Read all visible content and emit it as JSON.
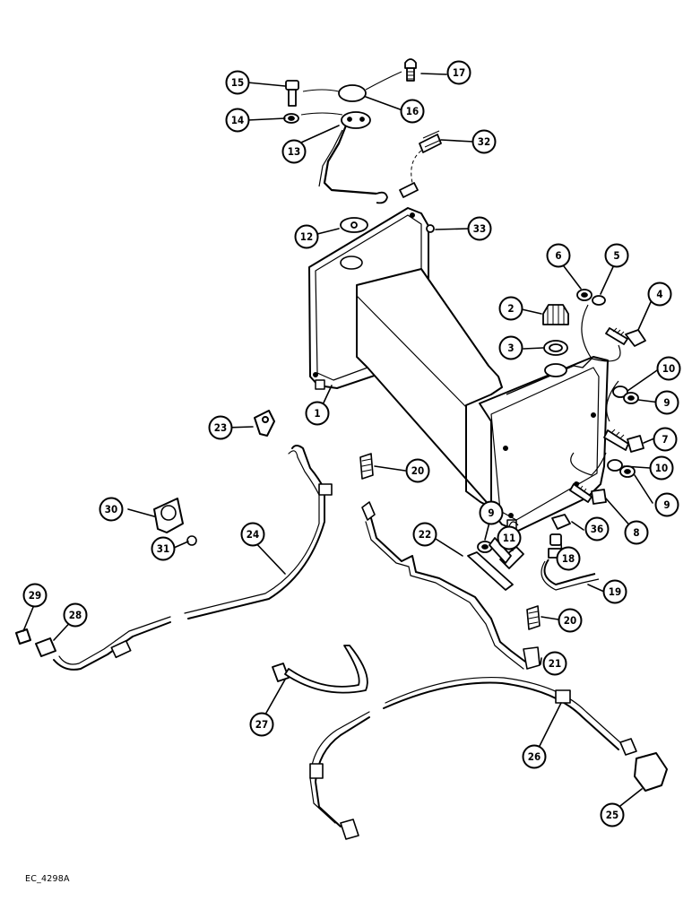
{
  "document_code": "EC_4298A",
  "callouts": [
    {
      "label": "1"
    },
    {
      "label": "2"
    },
    {
      "label": "3"
    },
    {
      "label": "4"
    },
    {
      "label": "5"
    },
    {
      "label": "6"
    },
    {
      "label": "7"
    },
    {
      "label": "8"
    },
    {
      "label": "9"
    },
    {
      "label": "9"
    },
    {
      "label": "9"
    },
    {
      "label": "10"
    },
    {
      "label": "10"
    },
    {
      "label": "11"
    },
    {
      "label": "12"
    },
    {
      "label": "13"
    },
    {
      "label": "14"
    },
    {
      "label": "15"
    },
    {
      "label": "16"
    },
    {
      "label": "17"
    },
    {
      "label": "18"
    },
    {
      "label": "19"
    },
    {
      "label": "20"
    },
    {
      "label": "20"
    },
    {
      "label": "21"
    },
    {
      "label": "22"
    },
    {
      "label": "23"
    },
    {
      "label": "24"
    },
    {
      "label": "25"
    },
    {
      "label": "26"
    },
    {
      "label": "27"
    },
    {
      "label": "28"
    },
    {
      "label": "29"
    },
    {
      "label": "30"
    },
    {
      "label": "31"
    },
    {
      "label": "32"
    },
    {
      "label": "33"
    },
    {
      "label": "36"
    }
  ]
}
